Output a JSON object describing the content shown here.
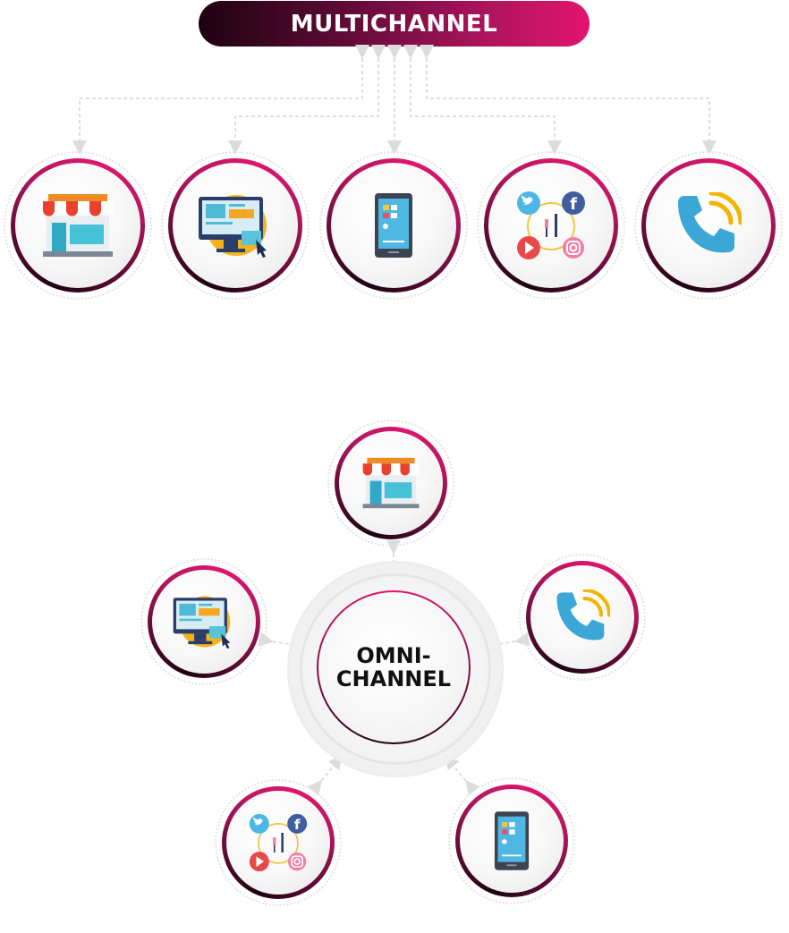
{
  "header": {
    "title": "MULTICHANNEL"
  },
  "hub": {
    "line1": "OMNI-",
    "line2": "CHANNEL"
  },
  "channels": {
    "store": "store-icon",
    "web": "web-desktop-icon",
    "mobile": "mobile-phone-icon",
    "social": "social-media-icon",
    "phone": "phone-call-icon"
  },
  "colors": {
    "brand_dark": "#1e0210",
    "brand_pink": "#e3136f",
    "icon_blue": "#3aa7d6",
    "icon_yellow": "#f4b400"
  }
}
